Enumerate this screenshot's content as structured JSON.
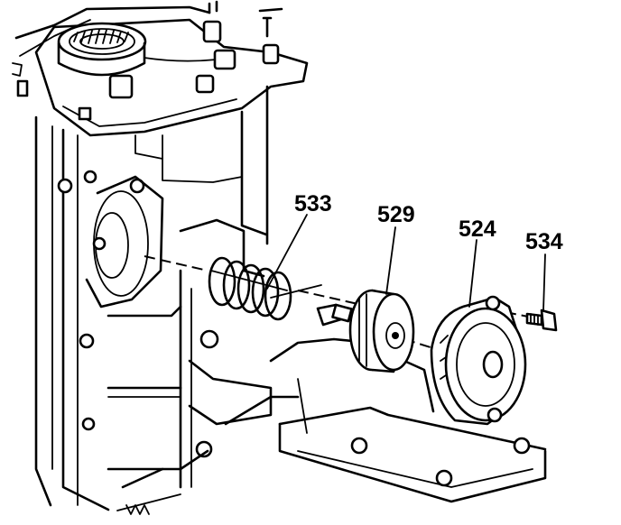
{
  "callouts": [
    {
      "id": "533",
      "label": "533"
    },
    {
      "id": "529",
      "label": "529"
    },
    {
      "id": "524",
      "label": "524"
    },
    {
      "id": "534",
      "label": "534"
    }
  ]
}
